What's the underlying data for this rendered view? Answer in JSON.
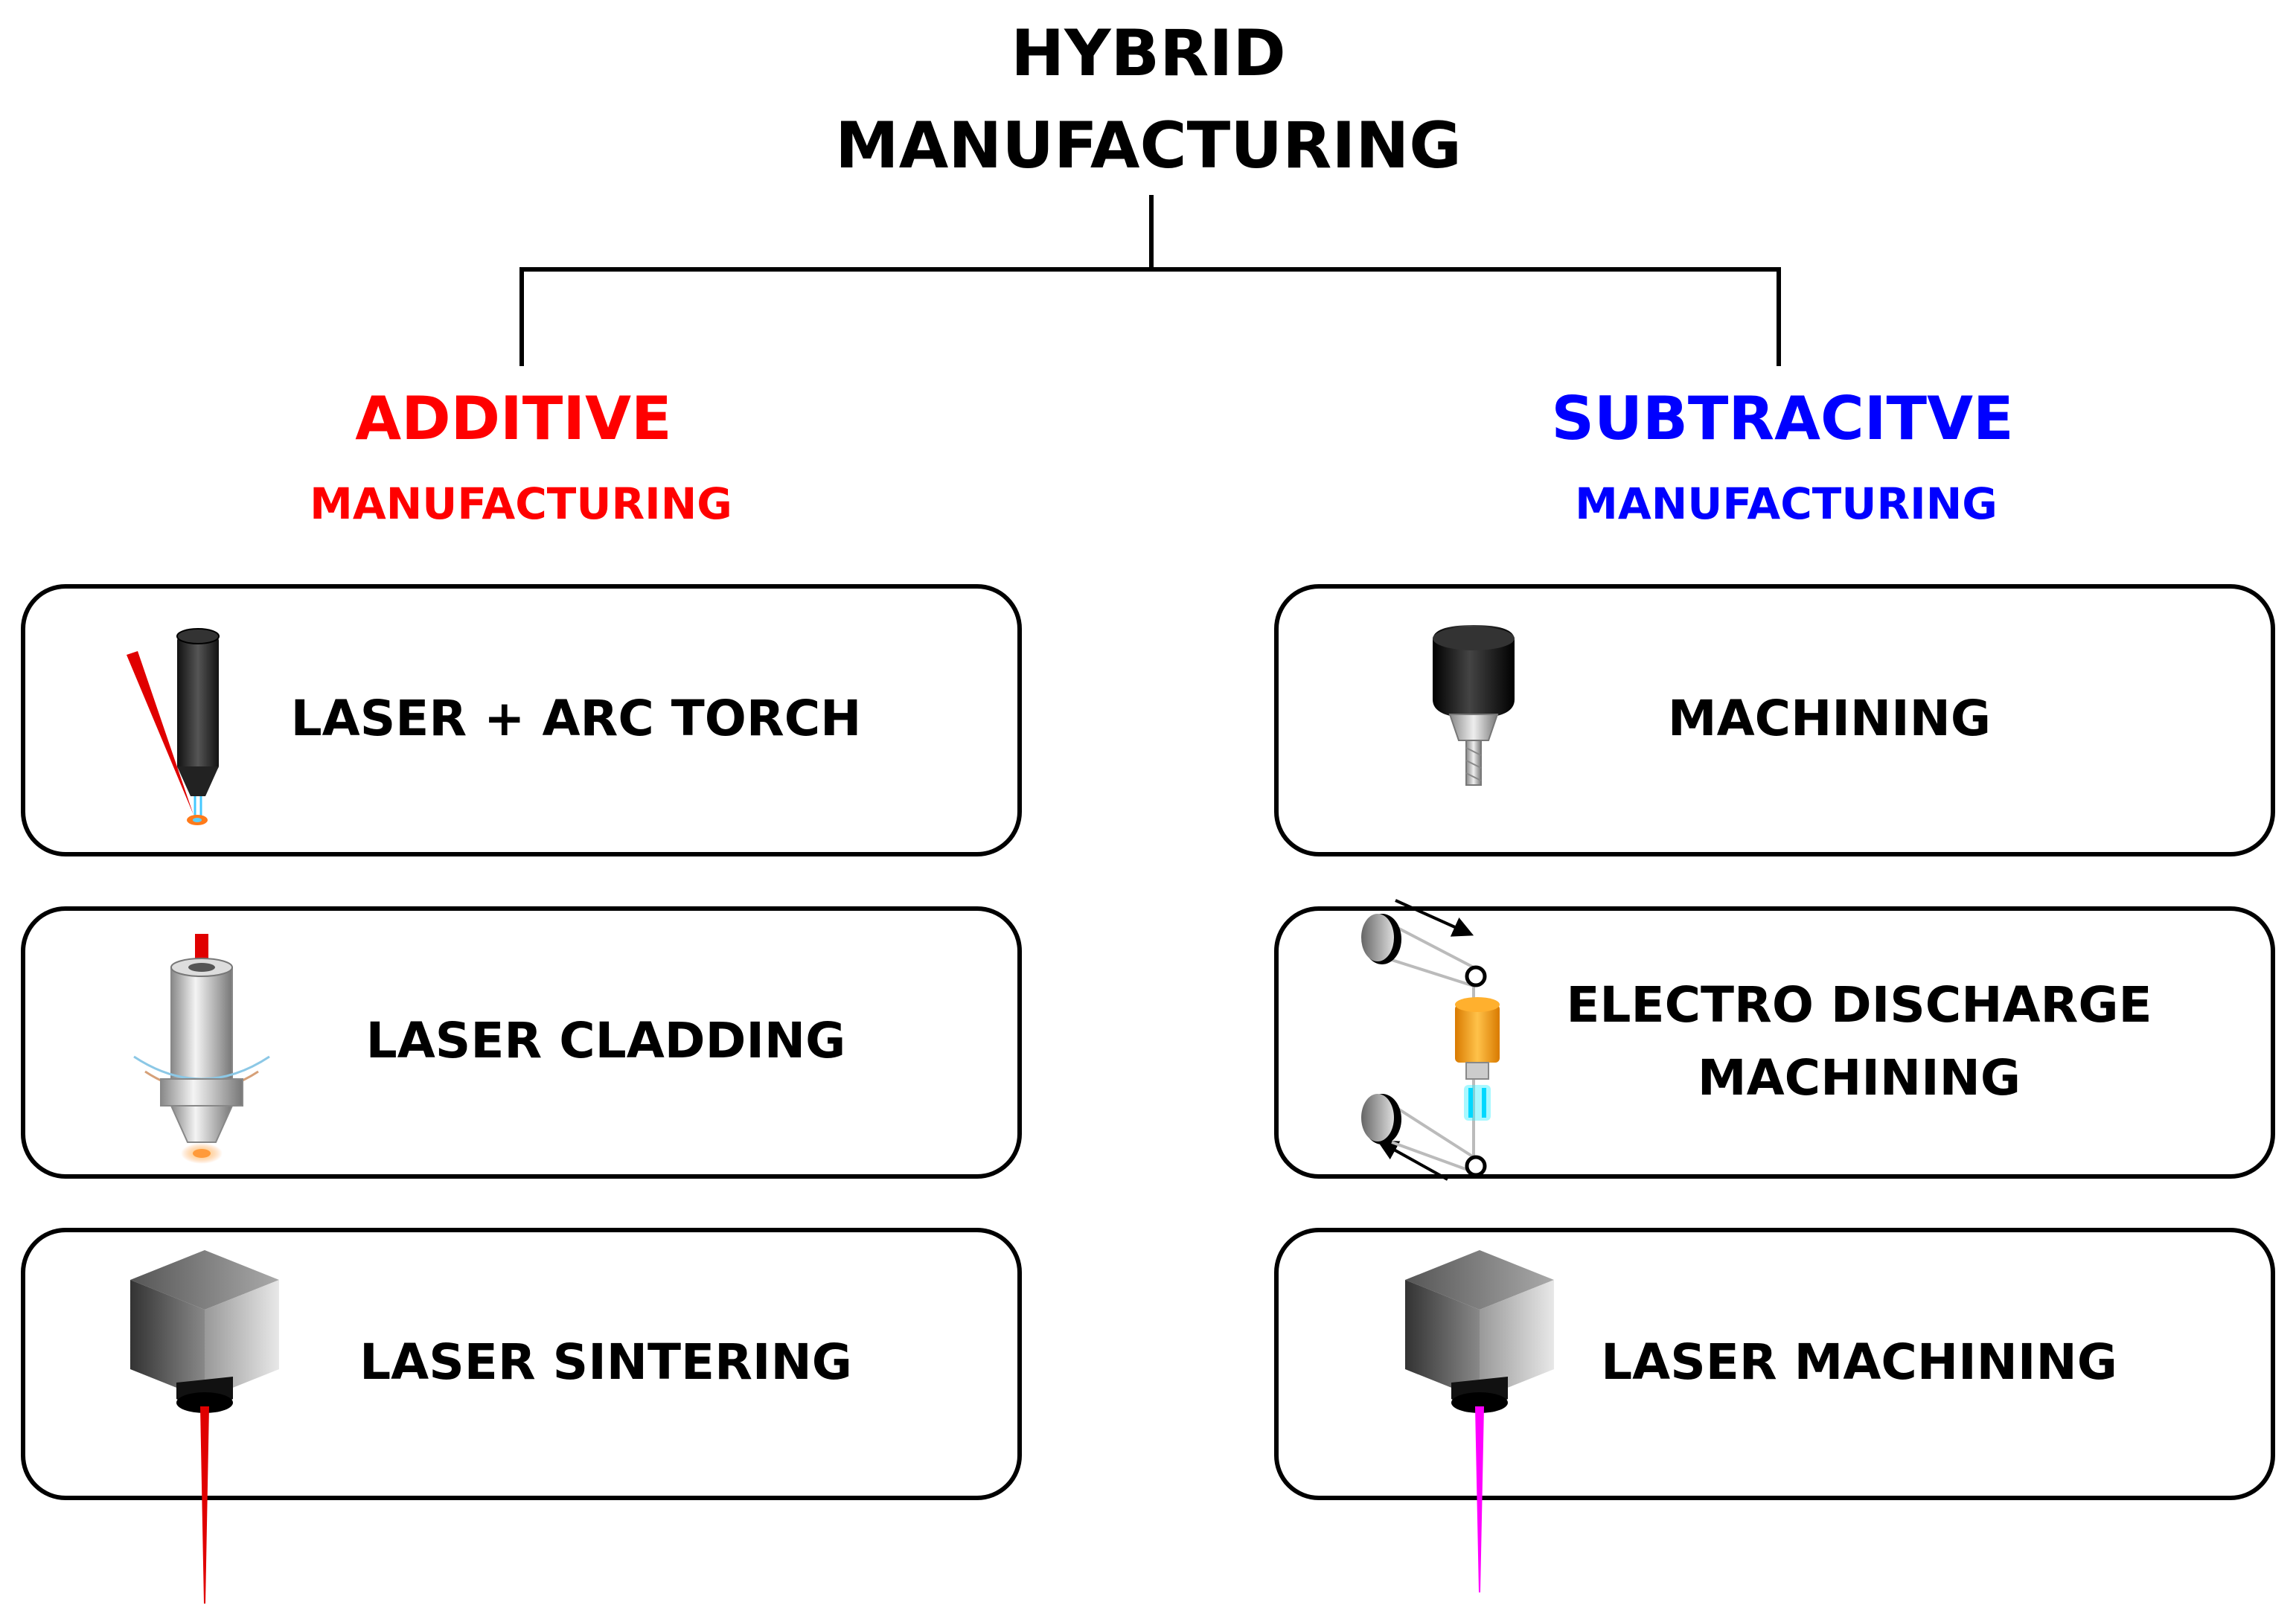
{
  "title": {
    "line1": "HYBRID",
    "line2": "MANUFACTURING"
  },
  "colors": {
    "additive": "#ff0000",
    "subtractive": "#0000ff",
    "text": "#000000"
  },
  "additive": {
    "heading": "ADDITIVE",
    "subheading": "MANUFACTURING",
    "processes": [
      {
        "label": "LASER + ARC TORCH",
        "icon": "laser-arc-torch-icon"
      },
      {
        "label": "LASER CLADDING",
        "icon": "laser-cladding-nozzle-icon"
      },
      {
        "label": "LASER SINTERING",
        "icon": "laser-head-red-beam-icon"
      }
    ]
  },
  "subtractive": {
    "heading": "SUBTRACITVE",
    "subheading": "MANUFACTURING",
    "processes": [
      {
        "label": "MACHINING",
        "icon": "milling-spindle-icon"
      },
      {
        "label_line1": "ELECTRO DISCHARGE",
        "label_line2": "MACHINING",
        "icon": "wire-edm-icon"
      },
      {
        "label": "LASER MACHINING",
        "icon": "laser-head-magenta-beam-icon"
      }
    ]
  }
}
